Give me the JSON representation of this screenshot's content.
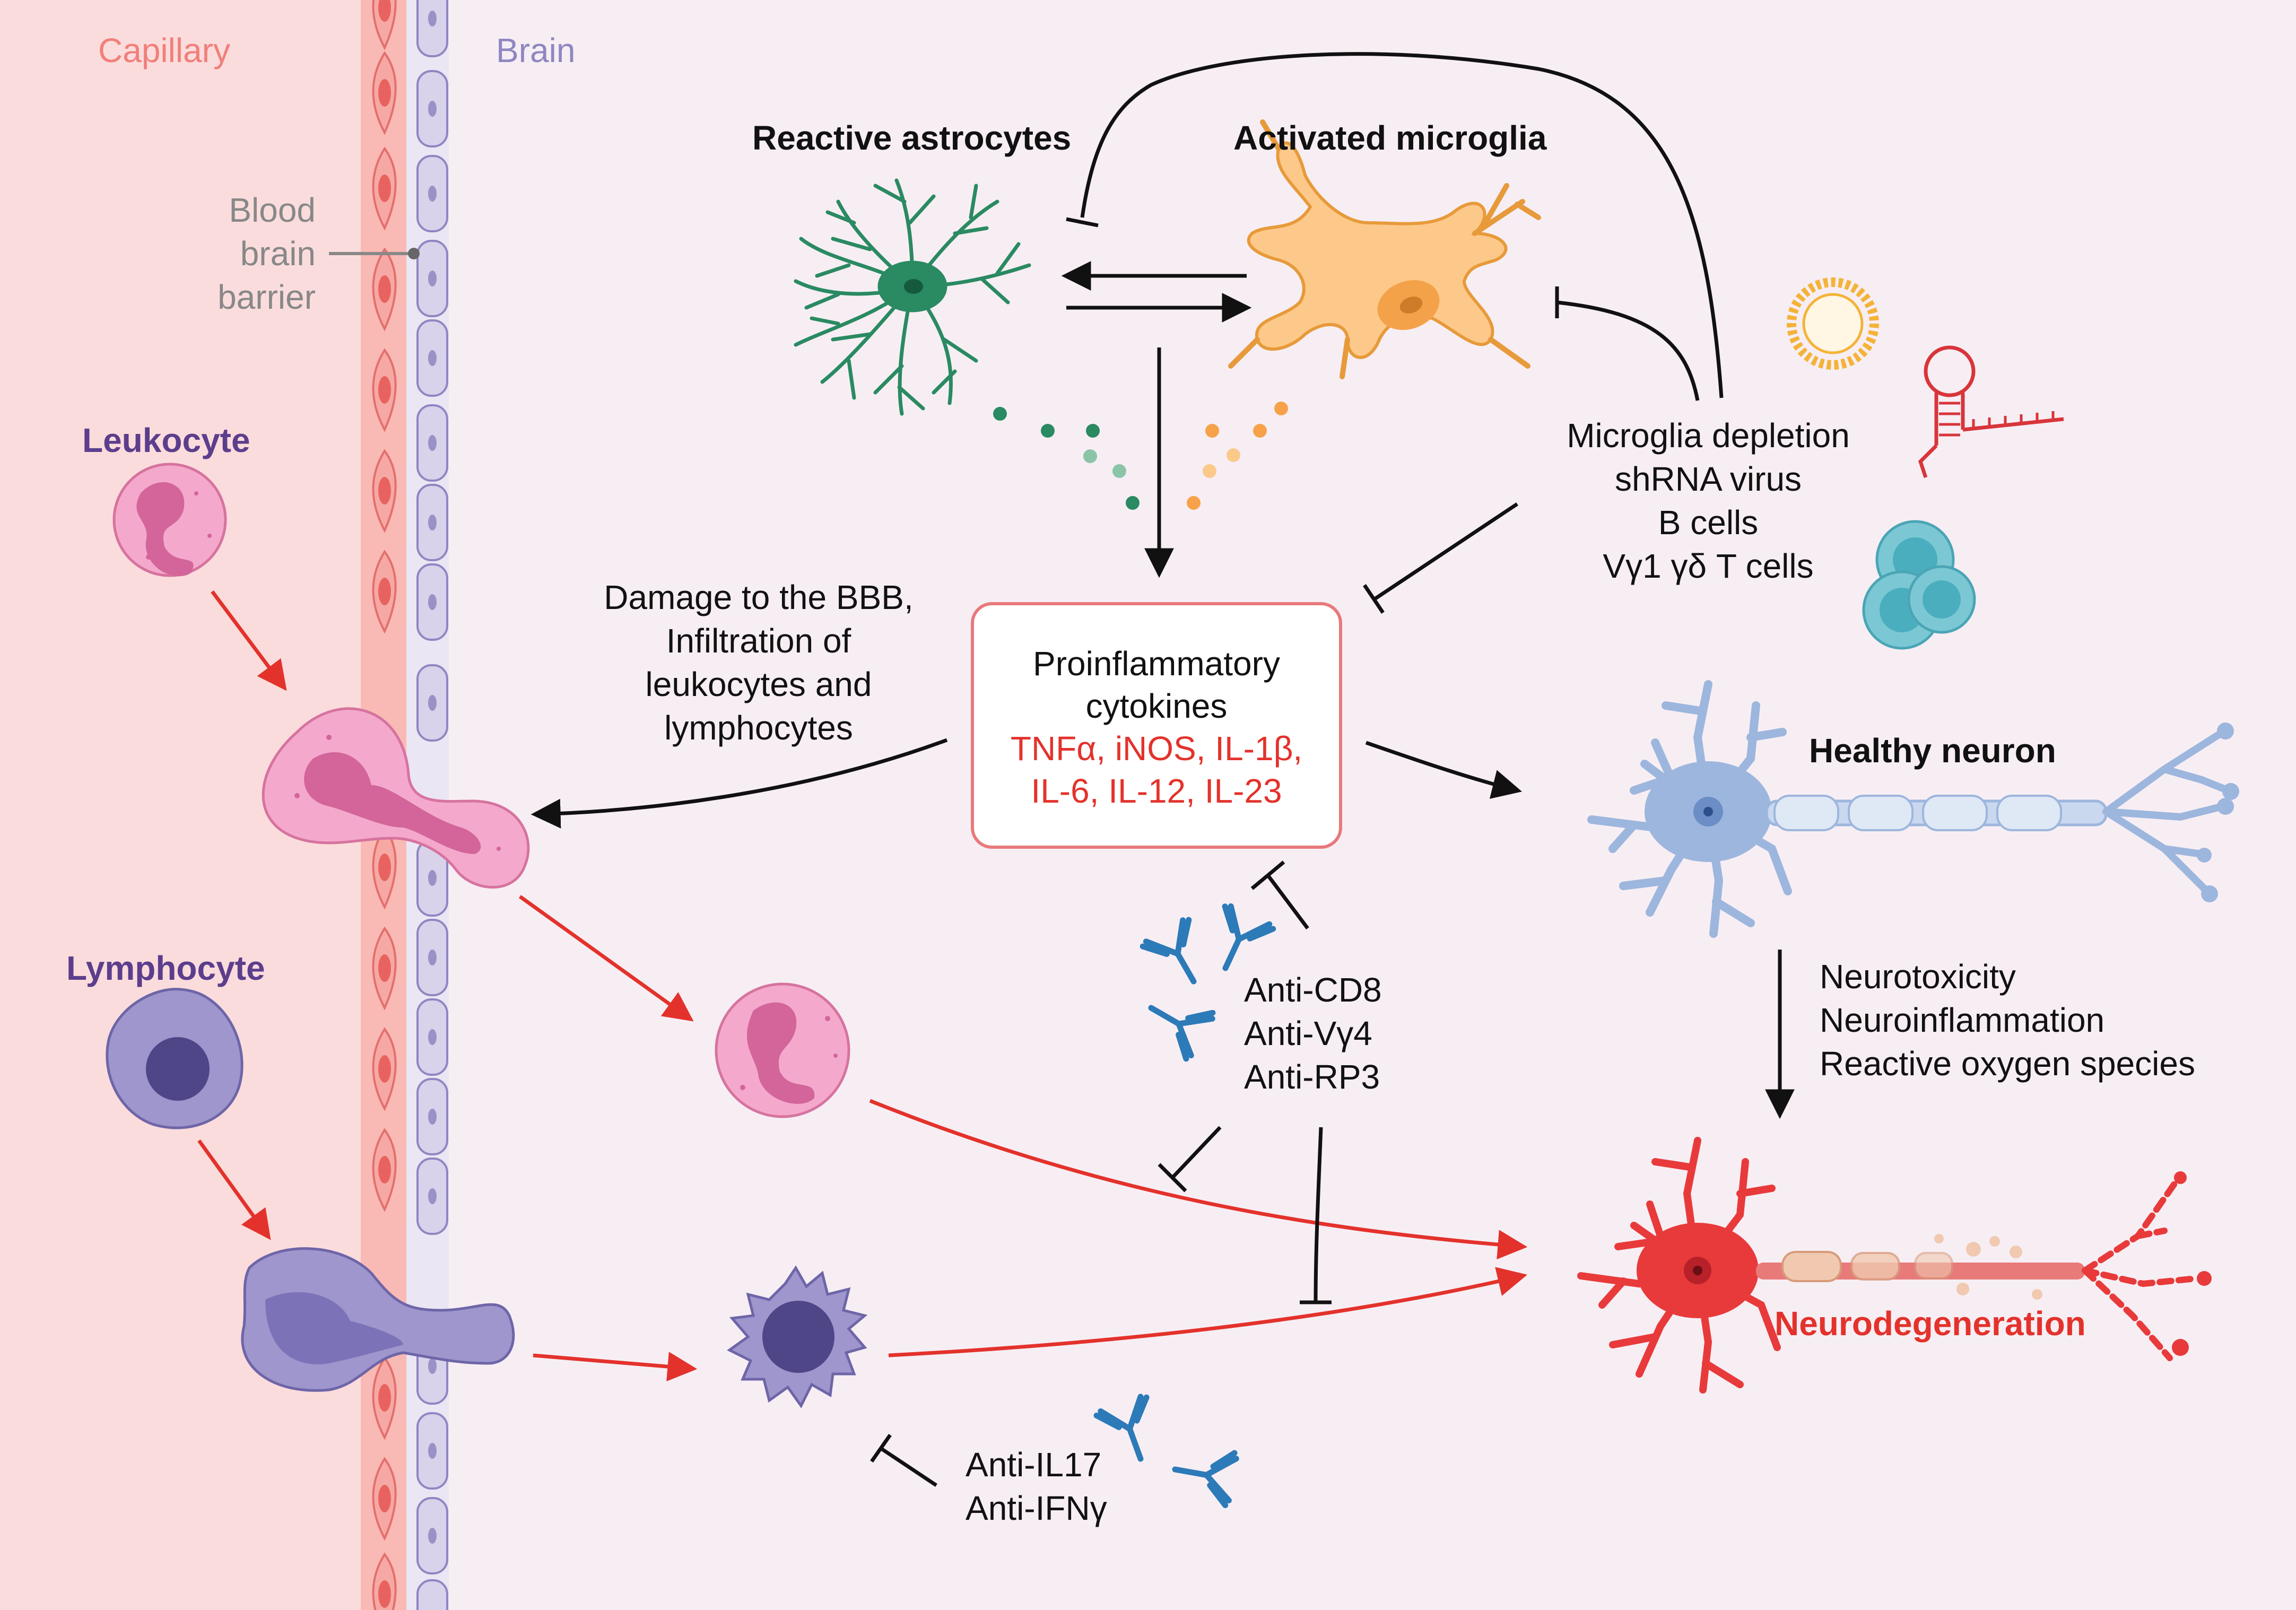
{
  "regions": {
    "capillary": "Capillary",
    "brain": "Brain"
  },
  "bbb_label": [
    "Blood",
    "brain",
    "barrier"
  ],
  "cells": {
    "leukocyte": "Leukocyte",
    "lymphocyte": "Lymphocyte",
    "astrocytes": "Reactive astrocytes",
    "microglia": "Activated microglia",
    "healthy_neuron": "Healthy neuron",
    "neurodegeneration": "Neurodegeneration"
  },
  "bbb_damage": [
    "Damage to the BBB,",
    "Infiltration of",
    "leukocytes and",
    "lymphocytes"
  ],
  "cytokines": {
    "title": [
      "Proinflammatory",
      "cytokines"
    ],
    "list": [
      "TNFα, iNOS, IL-1β,",
      "IL-6, IL-12, IL-23"
    ]
  },
  "interventions": [
    "Microglia depletion",
    "shRNA virus",
    "B cells",
    "Vγ1 γδ T cells"
  ],
  "antibodies_1": [
    "Anti-CD8",
    "Anti-Vγ4",
    "Anti-RP3"
  ],
  "antibodies_2": [
    "Anti-IL17",
    "Anti-IFNγ"
  ],
  "effects": [
    "Neurotoxicity",
    "Neuroinflammation",
    "Reactive oxygen species"
  ],
  "colors": {
    "capillary": "#f17f7a",
    "brain": "#8f86c2",
    "bbb_gray": "#888888",
    "cell_label": "#5c3e8d",
    "red": "#e3322b",
    "astrocyte": "#2a8a62",
    "microglia": "#f7b04a",
    "neuron": "#9db6dd",
    "antibody": "#2c7ab8",
    "vector": "#d8353a",
    "liposome": "#f4b338",
    "bcell": "#7bc8d4"
  },
  "icons": [
    "antibody-icon",
    "liposome-icon",
    "shrna-icon",
    "b-cells-icon"
  ]
}
